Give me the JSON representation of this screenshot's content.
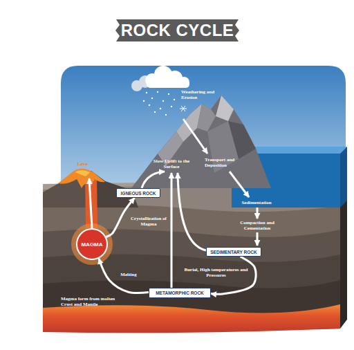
{
  "diagram": {
    "title": "ROCK CYCLE",
    "nodes": [
      {
        "text": [
          "IGNEOUS ROCK"
        ]
      },
      {
        "text": [
          "MAGMA"
        ]
      },
      {
        "text": [
          "SEDIMENTARY ROCK"
        ]
      },
      {
        "text": [
          "METAMORPHIC ROCK"
        ]
      }
    ],
    "edges": [
      {
        "from": 1,
        "to": 0,
        "arrow": "to",
        "label": "Crystallization of Magma"
      },
      {
        "from": 2,
        "to": 3,
        "arrow": "to",
        "label": "Burial, High temperatures and Pressures"
      },
      {
        "from": 3,
        "to": 1,
        "arrow": "to",
        "label": "Melting"
      }
    ],
    "labels": [
      "Weathering and Erosion",
      "Lava",
      "Slow Uplift to the Surface",
      "Transport and Deposition",
      "Sedimentation",
      "Compaction and Cementation",
      "Magma form from molten Crust and Mantle"
    ]
  }
}
